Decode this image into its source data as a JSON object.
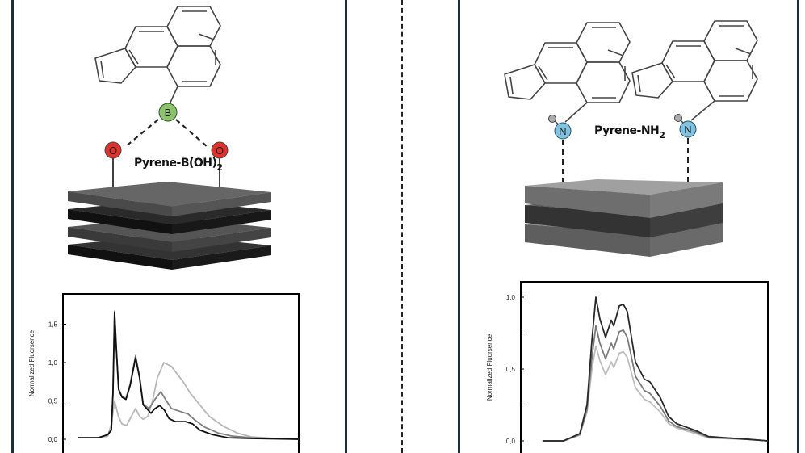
{
  "left_panel": {
    "label_main": "Pyrene-B(OH)",
    "label_sub": "2",
    "atoms": {
      "boron": "B",
      "oxygen": "O"
    }
  },
  "right_panel": {
    "label_main": "Pyrene-NH",
    "label_sub": "2",
    "atoms": {
      "nitrogen": "N"
    }
  },
  "colors": {
    "boron": "#8cc46c",
    "oxygen": "#e0322d",
    "nitrogen": "#7fc4e2",
    "border": "#1d2d3c"
  },
  "chart_data": [
    {
      "type": "line",
      "name": "left-fluorescence",
      "ylabel": "Normalized Fluorsence",
      "xlabel": "",
      "ylim": [
        -0.05,
        1.85
      ],
      "xlim": [
        0,
        100
      ],
      "yticks": [
        {
          "v": 0,
          "label": "0,0"
        },
        {
          "v": 0.5,
          "label": "0,5"
        },
        {
          "v": 1.0,
          "label": "1,0"
        },
        {
          "v": 1.5,
          "label": "1,5"
        }
      ],
      "series": [
        {
          "name": "light",
          "color": "#b8b8b8",
          "points": [
            [
              6.5,
              0.02
            ],
            [
              15,
              0.02
            ],
            [
              19,
              0.04
            ],
            [
              20.5,
              0.2
            ],
            [
              21.9,
              0.5
            ],
            [
              23.5,
              0.3
            ],
            [
              25,
              0.2
            ],
            [
              27,
              0.18
            ],
            [
              29,
              0.3
            ],
            [
              30.8,
              0.4
            ],
            [
              32.5,
              0.3
            ],
            [
              34,
              0.26
            ],
            [
              36,
              0.3
            ],
            [
              38,
              0.5
            ],
            [
              40,
              0.8
            ],
            [
              42.8,
              1.0
            ],
            [
              46,
              0.95
            ],
            [
              48.5,
              0.85
            ],
            [
              51,
              0.75
            ],
            [
              54,
              0.6
            ],
            [
              58,
              0.45
            ],
            [
              62,
              0.3
            ],
            [
              68,
              0.17
            ],
            [
              74,
              0.08
            ],
            [
              80,
              0.03
            ],
            [
              90,
              0.01
            ],
            [
              100,
              0
            ]
          ]
        },
        {
          "name": "medium",
          "color": "#808080",
          "points": [
            [
              6.5,
              0.02
            ],
            [
              15,
              0.02
            ],
            [
              19,
              0.06
            ],
            [
              20.5,
              0.12
            ],
            [
              21.2,
              0.6
            ],
            [
              21.9,
              1.67
            ],
            [
              22.6,
              1.2
            ],
            [
              23.6,
              0.66
            ],
            [
              25,
              0.56
            ],
            [
              26.7,
              0.53
            ],
            [
              28.5,
              0.72
            ],
            [
              30.8,
              1.09
            ],
            [
              32.5,
              0.82
            ],
            [
              34,
              0.46
            ],
            [
              36.5,
              0.4
            ],
            [
              39,
              0.52
            ],
            [
              41.5,
              0.62
            ],
            [
              43.5,
              0.52
            ],
            [
              46,
              0.4
            ],
            [
              50,
              0.36
            ],
            [
              53,
              0.33
            ],
            [
              56,
              0.25
            ],
            [
              60,
              0.16
            ],
            [
              66,
              0.08
            ],
            [
              72,
              0.04
            ],
            [
              80,
              0.02
            ],
            [
              100,
              0
            ]
          ]
        },
        {
          "name": "dark",
          "color": "#111111",
          "points": [
            [
              6.5,
              0.02
            ],
            [
              15,
              0.02
            ],
            [
              19,
              0.06
            ],
            [
              20.5,
              0.12
            ],
            [
              21.2,
              0.6
            ],
            [
              21.9,
              1.65
            ],
            [
              22.6,
              1.2
            ],
            [
              23.6,
              0.65
            ],
            [
              25,
              0.55
            ],
            [
              26.7,
              0.52
            ],
            [
              28.5,
              0.7
            ],
            [
              30.8,
              1.06
            ],
            [
              32.5,
              0.8
            ],
            [
              34,
              0.45
            ],
            [
              37.3,
              0.34
            ],
            [
              39,
              0.4
            ],
            [
              41.1,
              0.44
            ],
            [
              43,
              0.38
            ],
            [
              45,
              0.27
            ],
            [
              47.6,
              0.23
            ],
            [
              52,
              0.23
            ],
            [
              55,
              0.2
            ],
            [
              58,
              0.12
            ],
            [
              63.4,
              0.06
            ],
            [
              70,
              0.02
            ],
            [
              80,
              0.01
            ],
            [
              100,
              0
            ]
          ]
        }
      ]
    },
    {
      "type": "line",
      "name": "right-fluorescence",
      "ylabel": "Normalized Fluorsence",
      "xlabel": "",
      "ylim": [
        -0.05,
        1.1
      ],
      "xlim": [
        0,
        100
      ],
      "yticks": [
        {
          "v": 0,
          "label": "0,0"
        },
        {
          "v": 0.25,
          "label": ""
        },
        {
          "v": 0.5,
          "label": "0,5"
        },
        {
          "v": 0.75,
          "label": ""
        },
        {
          "v": 1.0,
          "label": "1,0"
        }
      ],
      "series": [
        {
          "name": "light",
          "color": "#bdbdbd",
          "points": [
            [
              8.8,
              0
            ],
            [
              17.3,
              0
            ],
            [
              23.9,
              0.04
            ],
            [
              26.8,
              0.2
            ],
            [
              28.8,
              0.5
            ],
            [
              30.4,
              0.66
            ],
            [
              32,
              0.56
            ],
            [
              34.3,
              0.46
            ],
            [
              36.6,
              0.55
            ],
            [
              37.6,
              0.51
            ],
            [
              39.9,
              0.61
            ],
            [
              41.5,
              0.62
            ],
            [
              43.1,
              0.58
            ],
            [
              46.4,
              0.37
            ],
            [
              50,
              0.29
            ],
            [
              52.3,
              0.27
            ],
            [
              56.5,
              0.2
            ],
            [
              59.8,
              0.12
            ],
            [
              63,
              0.09
            ],
            [
              71,
              0.05
            ],
            [
              76,
              0.02
            ],
            [
              92.5,
              0.01
            ],
            [
              100,
              0
            ]
          ]
        },
        {
          "name": "medium",
          "color": "#7a7a7a",
          "points": [
            [
              8.8,
              0
            ],
            [
              17.3,
              0
            ],
            [
              23.9,
              0.045
            ],
            [
              26.8,
              0.22
            ],
            [
              28.8,
              0.58
            ],
            [
              30.4,
              0.8
            ],
            [
              32,
              0.68
            ],
            [
              34.3,
              0.57
            ],
            [
              36.6,
              0.68
            ],
            [
              37.6,
              0.64
            ],
            [
              39.9,
              0.76
            ],
            [
              41.5,
              0.77
            ],
            [
              43.1,
              0.72
            ],
            [
              46.4,
              0.45
            ],
            [
              50,
              0.35
            ],
            [
              52.3,
              0.33
            ],
            [
              56.5,
              0.24
            ],
            [
              59.8,
              0.14
            ],
            [
              63,
              0.1
            ],
            [
              71,
              0.06
            ],
            [
              76,
              0.025
            ],
            [
              92.5,
              0.01
            ],
            [
              100,
              0
            ]
          ]
        },
        {
          "name": "dark",
          "color": "#2a2a2a",
          "points": [
            [
              8.8,
              0
            ],
            [
              17.3,
              0
            ],
            [
              23.9,
              0.05
            ],
            [
              26.8,
              0.25
            ],
            [
              28.8,
              0.7
            ],
            [
              30.4,
              1.0
            ],
            [
              32,
              0.85
            ],
            [
              34.3,
              0.72
            ],
            [
              36.6,
              0.84
            ],
            [
              37.6,
              0.8
            ],
            [
              39.9,
              0.94
            ],
            [
              41.5,
              0.95
            ],
            [
              43.1,
              0.9
            ],
            [
              46.4,
              0.55
            ],
            [
              50,
              0.43
            ],
            [
              52.3,
              0.41
            ],
            [
              56.5,
              0.3
            ],
            [
              59.8,
              0.17
            ],
            [
              63,
              0.12
            ],
            [
              71,
              0.07
            ],
            [
              76,
              0.03
            ],
            [
              92.5,
              0.01
            ],
            [
              100,
              0
            ]
          ]
        }
      ]
    }
  ]
}
